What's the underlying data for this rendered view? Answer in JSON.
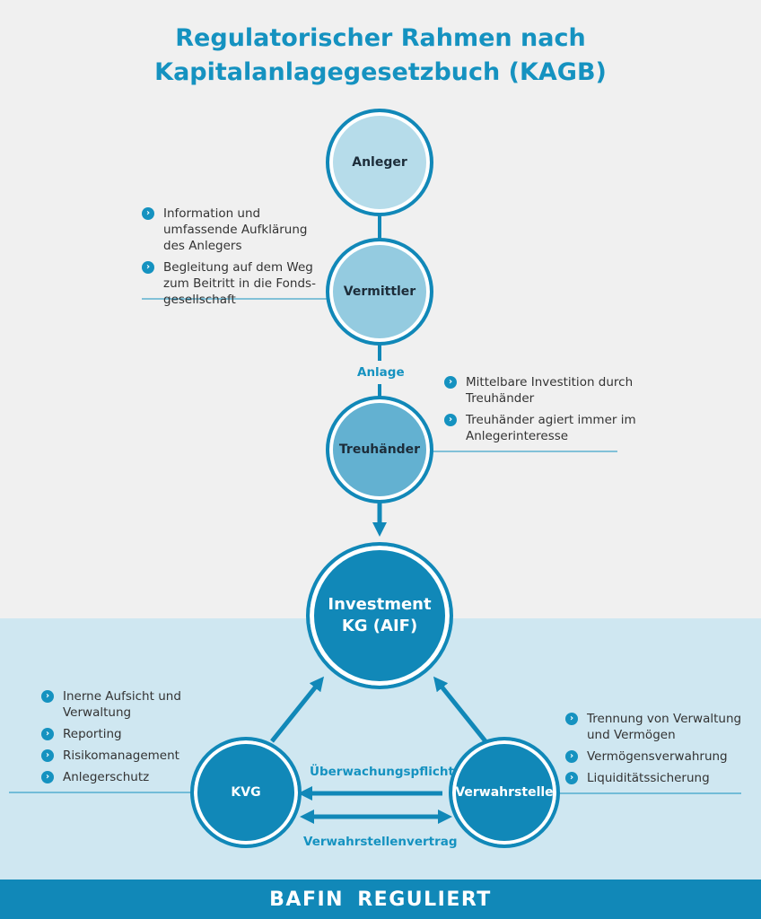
{
  "title": {
    "line1": "Regulatorischer Rahmen nach",
    "line2": "Kapitalanlagegesetzbuch (KAGB)"
  },
  "nodes": {
    "anleger": "Anleger",
    "vermittler": "Vermittler",
    "treuhaender": "Treuhänder",
    "investment_line1": "Investment",
    "investment_line2": "KG (AIF)",
    "kvg": "KVG",
    "verwahrstelle": "Verwahrstelle"
  },
  "labels": {
    "anlage": "Anlage",
    "ueberwachungspflicht": "Überwachungspflicht",
    "verwahrstellenvertrag": "Verwahrstellenvertrag"
  },
  "bullets": {
    "vermittler": [
      "Information und umfassende Aufklärung des Anlegers",
      "Begleitung auf dem Weg zum Beitritt in die Fonds-gesellschaft"
    ],
    "treuhaender": [
      "Mittelbare Investition durch Treuhänder",
      "Treuhänder agiert immer im Anlegerinteresse"
    ],
    "kvg": [
      "Inerne Aufsicht und Verwaltung",
      "Reporting",
      "Risikomanagement",
      "Anlegerschutz"
    ],
    "verwahrstelle": [
      "Trennung von Verwaltung und Vermögen",
      "Vermögensverwahrung",
      "Liquiditätssicherung"
    ]
  },
  "bullet_icon": "chevron-right-icon",
  "footer": "BAFIN REGULIERT",
  "colors": {
    "title": "#1592c0",
    "accent": "#1592c0",
    "footer_bg": "#1188b8",
    "lower_bg": "#cfe7f1",
    "anleger_fill": "#b6dcea",
    "vermittler_fill": "#94cbe0",
    "treuhaender_fill": "#63b1d1",
    "dark_fill": "#1188b8"
  }
}
